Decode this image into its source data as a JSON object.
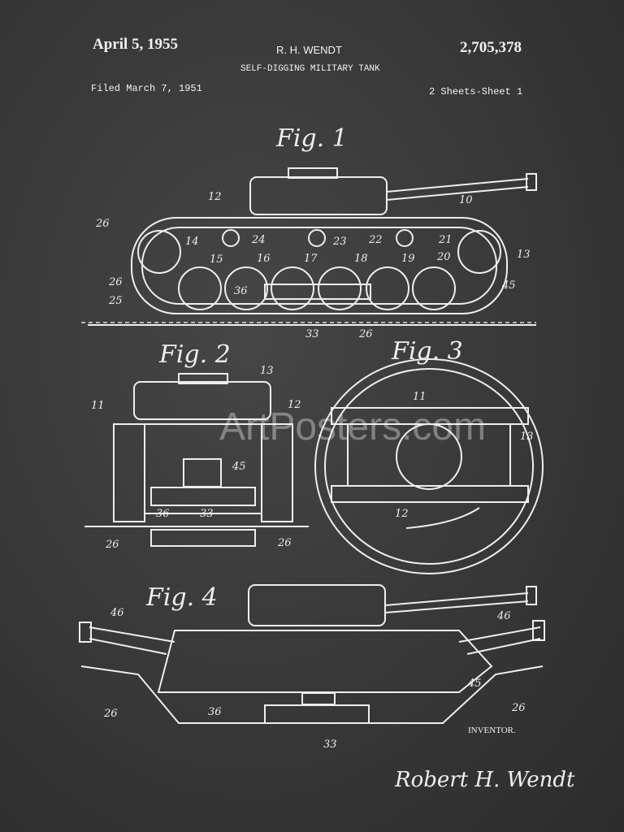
{
  "header": {
    "date": "April 5, 1955",
    "inventor": "R. H. WENDT",
    "patent_number": "2,705,378",
    "title": "SELF-DIGGING MILITARY TANK",
    "filed": "Filed March 7, 1951",
    "sheets": "2 Sheets-Sheet 1"
  },
  "figures": {
    "fig1": {
      "label": "Fig. 1",
      "refs": [
        "12",
        "10",
        "26",
        "14",
        "24",
        "23",
        "22",
        "21",
        "13",
        "15",
        "16",
        "17",
        "18",
        "19",
        "20",
        "26",
        "36",
        "45",
        "25",
        "33",
        "26"
      ]
    },
    "fig2": {
      "label": "Fig. 2",
      "refs": [
        "13",
        "11",
        "12",
        "45",
        "36",
        "33",
        "26",
        "26"
      ]
    },
    "fig3": {
      "label": "Fig. 3",
      "refs": [
        "11",
        "13",
        "12"
      ]
    },
    "fig4": {
      "label": "Fig. 4",
      "refs": [
        "46",
        "46",
        "45",
        "26",
        "26",
        "36",
        "33"
      ]
    }
  },
  "inventor_label": "INVENTOR.",
  "signature": "Robert H. Wendt",
  "watermark": "ArtPosters.com"
}
